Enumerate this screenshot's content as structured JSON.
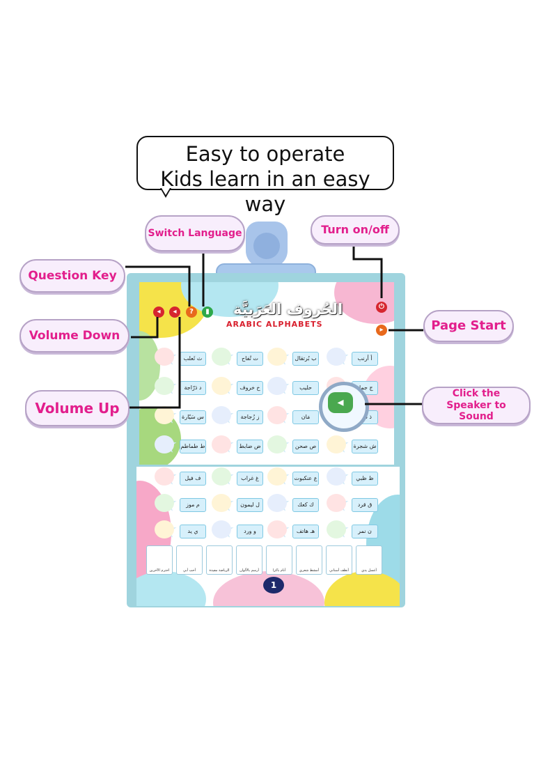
{
  "bubble": {
    "line1": "Easy to operate",
    "line2": "Kids learn in an easy way"
  },
  "callouts": {
    "switch_language": "Switch Language",
    "turn_onoff": "Turn on/off",
    "question_key": "Question Key",
    "page_start": "Page Start",
    "volume_down": "Volume Down",
    "click_speaker": "Click the Speaker to Sound",
    "volume_up": "Volume Up"
  },
  "book": {
    "title_ar": "الحُروف العَرَبيَّة",
    "title_en": "ARABIC ALPHABETS",
    "page_number": "1",
    "rows_top": [
      [
        "ث ثَعلب",
        "ت تُفاح",
        "ب بُرتقال",
        "أ أرنب"
      ],
      [
        "د دَرّاجة",
        "خ خروف",
        "حليب",
        "ج جمل"
      ],
      [
        "س سَيّارة",
        "ز زُجاجة",
        "مَان",
        "ذ ذُئب"
      ],
      [
        "ط طماطم",
        "ض ضابط",
        "ص صحن",
        "ش شجرة"
      ]
    ],
    "rows_bottom": [
      [
        "ف فيل",
        "غ غراب",
        "ع عنكبوت",
        "ظ ظبي"
      ],
      [
        "م موز",
        "ل ليمون",
        "ك كعك",
        "ق قرد"
      ],
      [
        "ي يد",
        "و ورد",
        "هـ هاتف",
        "ن نمر"
      ]
    ],
    "cards": [
      "احترم الآخرين",
      "أحب أبي",
      "الرياضة مفيدة",
      "أرسم بالألوان",
      "أنام باكرا",
      "أمشط شعري",
      "أنظف أسناني",
      "أغسل يدي"
    ]
  }
}
